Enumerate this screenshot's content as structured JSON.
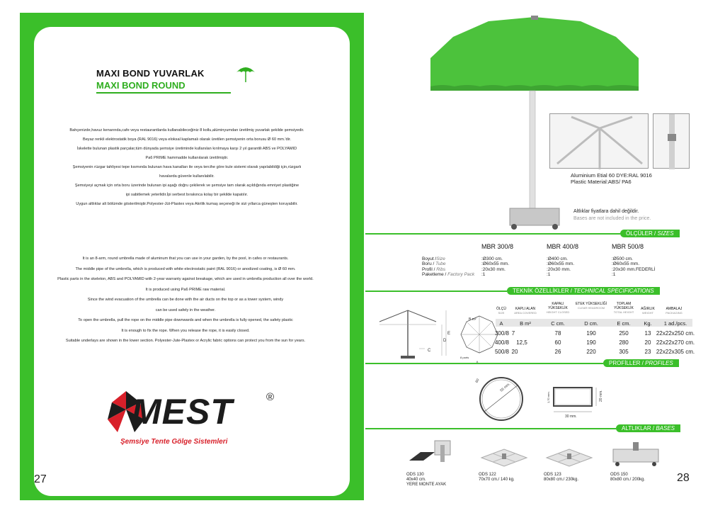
{
  "left_page": {
    "title_tr": "MAXI BOND YUVARLAK",
    "title_en": "MAXI BOND ROUND",
    "text_tr": [
      "Bahçenizde,havuz kenarında,cafe veya restaurantlarda kullanabileceğiniz 8 kollu,alüminyumdan üretilmiş yuvarlak şekilde şemsiyedir.",
      "Beyaz renkli elektrostatik boya (RAL 9016) veya eloksal kaplamalı olarak üretilen şemsiyenin orta borusu Ø 60 mm.'dir.",
      "İskelette bulunan plastik parçalar,tüm dünyada şemsiye üretiminde kullanılan kırılmaya karşı 2 yıl garantili ABS ve POLYAMID",
      "Pa6 PRIME hammadde kullanılarak üretilmiştir.",
      "Şemsiyenin rüzgar tahliyesi tepe kısmında bulunan hava kanalları ile veya tercihe göre kule sistemi olarak yapılabildiği için,rüzgarlı",
      "havalarda güvenle kullanılabilir.",
      "Şemsiyeyi açmak için orta boru üzerinde bulunan ipi aşağı doğru çekilerek ve şemsiye tam olarak açıldığında emniyet plastiğine",
      "ipi sabitlemek yeterlidir.İpi serbest bırakınca kolay bir şekilde kapatılır.",
      "Uygun altlıklar alt bölümde gösterilmiştir.Polyester-Jüt-Plastex veya Akrilik kumaş seçeneği ile sizi yıllarca güneşten koruyabilir."
    ],
    "text_en": [
      "It is an 8-arm, round umbrella made of aluminum that you can use in your garden, by the pool, in cafes or restaurants.",
      "The middle pipe of the umbrella, which is produced with white electrostatic paint (RAL 9016) or anodized coating, is Ø 60 mm.",
      "Plastic parts in the skeleton, ABS and POLYAMID with 2-year warranty against breakage, which are used in umbrella production all over the world.",
      "It is produced using Pa6 PRIME raw material.",
      "Since the wind evacuation of the umbrella can be done with the air ducts on the top or as a tower system, windy",
      "can be used safely in the weather.",
      "To open the umbrella, pull the rope on the middle pipe downwards and when the umbrella is fully opened, the safety plastic",
      "It is enough to fix the rope. When you release the rope, it is easily closed.",
      "Suitable underlays are shown in the lower section. Polyester-Jute-Plastex or Acrylic fabric options can protect you from the sun for years."
    ],
    "logo": {
      "word": "MEST",
      "registered": "®",
      "tagline": "Şemsiye Tente Gölge Sistemleri"
    },
    "page_number": "27"
  },
  "right_page": {
    "material_lines": [
      "Aluminium Etial 60 DYE:RAL 9016",
      "Plastic Material:ABS/ PA6"
    ],
    "bases_note_tr": "Altlıklar fiyatlara dahil değildir.",
    "bases_note_en": "Bases are not included in the price.",
    "sections": {
      "sizes_tr": "ÖLÇÜLER /",
      "sizes_en": "SIZES",
      "tech_tr": "TEKNİK ÖZELLİKLER /",
      "tech_en": "TECHNICAL SPECIFICATIONS",
      "profiles_tr": "PROFİLLER /",
      "profiles_en": "PROFILES",
      "bases_tr": "ALTLIKLAR /",
      "bases_en": "BASES"
    },
    "sizes": {
      "labels": [
        {
          "tr": "Boyut",
          "en": "Size"
        },
        {
          "tr": "Boru",
          "en": "Tube"
        },
        {
          "tr": "Profil",
          "en": "Ribs"
        },
        {
          "tr": "Paketleme",
          "en": "Factory Pack"
        }
      ],
      "models": [
        {
          "name": "MBR 300/8",
          "values": [
            ":Ø300 cm.",
            ":Ø60x55 mm.",
            ":20x30 mm.",
            ":1"
          ]
        },
        {
          "name": "MBR 400/8",
          "values": [
            ":Ø400 cm.",
            ":Ø60x55 mm.",
            ":20x30 mm.",
            ":1"
          ]
        },
        {
          "name": "MBR 500/8",
          "values": [
            ":Ø500 cm.",
            ":Ø60x55 mm.",
            ":20x30 mm.FEDERLİ",
            ":1"
          ]
        }
      ]
    },
    "tech": {
      "headers": [
        {
          "tr": "ÖLÇÜ",
          "en": "SIZE",
          "unit": "A"
        },
        {
          "tr": "KAPLI ALAN",
          "en": "AREA COVERED",
          "unit": "B m²"
        },
        {
          "tr": "KAPALI YÜKSEKLİK",
          "en": "HEIGHT CLOSED",
          "unit": "C cm."
        },
        {
          "tr": "ETEK YÜKSEKLİĞİ",
          "en": "CLEAR HEADROOM",
          "unit": "D cm."
        },
        {
          "tr": "TOPLAM YÜKSEKLİK",
          "en": "TOTAL HEIGHT",
          "unit": "E cm."
        },
        {
          "tr": "AĞIRLIK",
          "en": "WEIGHT",
          "unit": "Kg."
        },
        {
          "tr": "AMBALAJ",
          "en": "PACKAGING",
          "unit": "1 ad./pcs."
        }
      ],
      "rows": [
        [
          "300/8",
          "7",
          "78",
          "190",
          "250",
          "13",
          "22x22x250 cm."
        ],
        [
          "400/8",
          "12,5",
          "60",
          "190",
          "280",
          "20",
          "22x22x270 cm."
        ],
        [
          "500/8",
          "20",
          "26",
          "220",
          "305",
          "23",
          "22x22x305 cm."
        ]
      ],
      "diagram_labels": {
        "a": "A",
        "b": "B m²",
        "c": "C",
        "d": "D",
        "e": "E",
        "parts": "8 parts"
      }
    },
    "profiles": {
      "diameter": "60",
      "wall": "55 mm.",
      "height": "20 mm.",
      "width": "30 mm.",
      "height2": "1,70 mm."
    },
    "bases": [
      {
        "code": "ODS 130",
        "size": "40x40 cm.",
        "desc": "YERE MONTE AYAK"
      },
      {
        "code": "ODS 122",
        "size": "70x70 cm./ 140 kg.",
        "desc": ""
      },
      {
        "code": "ODS 123",
        "size": "80x80 cm./ 230kg.",
        "desc": ""
      },
      {
        "code": "ODS 150",
        "size": "80x80 cm./ 200kg.",
        "desc": ""
      }
    ],
    "page_number": "28"
  },
  "colors": {
    "brand_green": "#3bbf2a",
    "logo_red": "#d8202a",
    "canopy_green": "#4cc23c"
  }
}
